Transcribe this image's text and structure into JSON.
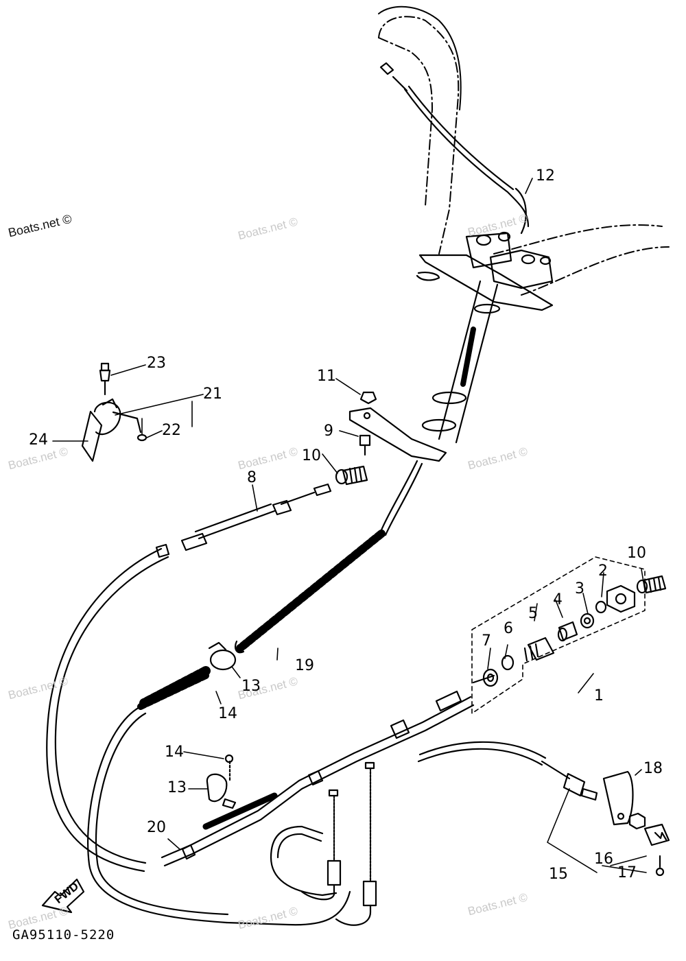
{
  "watermark": "Boats.net ©",
  "watermark_corner": "Boats.net ©",
  "diagram_code": "GA95110-5220",
  "direction_label": "FWD",
  "callouts": {
    "c1": "1",
    "c2": "2",
    "c3": "3",
    "c4": "4",
    "c5": "5",
    "c6": "6",
    "c7": "7",
    "c8": "8",
    "c9": "9",
    "c10a": "10",
    "c10b": "10",
    "c11": "11",
    "c12": "12",
    "c13a": "13",
    "c13b": "13",
    "c14a": "14",
    "c14b": "14",
    "c15": "15",
    "c16": "16",
    "c17": "17",
    "c18": "18",
    "c19": "19",
    "c20": "20",
    "c21": "21",
    "c22": "22",
    "c23": "23",
    "c24": "24"
  }
}
